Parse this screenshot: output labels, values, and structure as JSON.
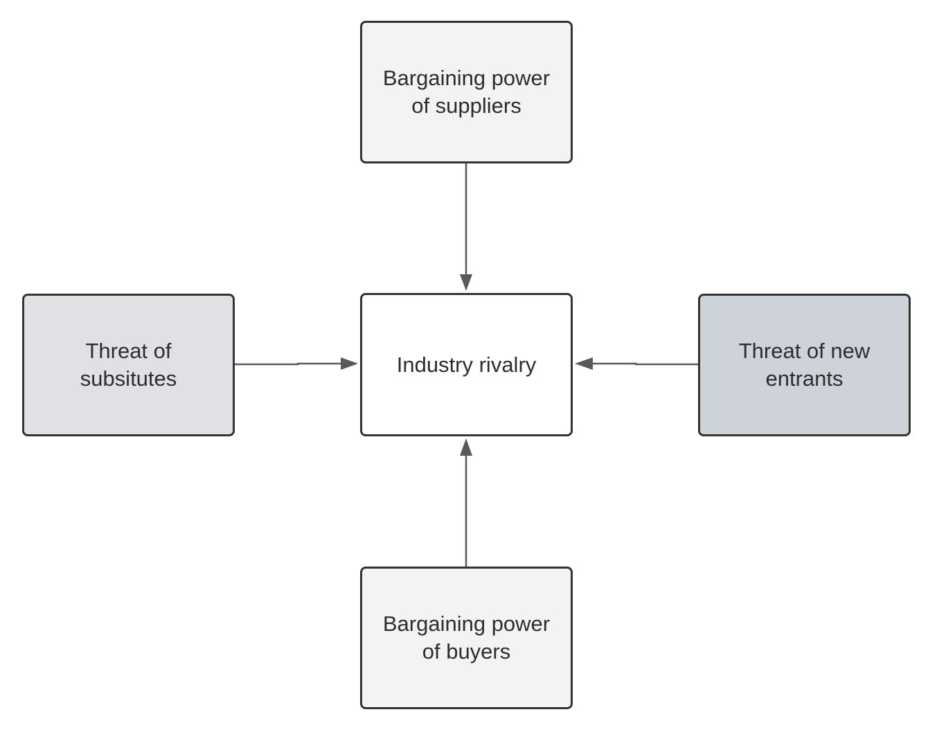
{
  "nodes": {
    "suppliers": {
      "label": "Bargaining power\nof suppliers"
    },
    "rivalry": {
      "label": "Industry rivalry"
    },
    "substitutes": {
      "label": "Threat of\nsubsitutes"
    },
    "entrants": {
      "label": "Threat of new\nentrants"
    },
    "buyers": {
      "label": "Bargaining power\nof buyers"
    }
  },
  "edges": [
    {
      "from": "suppliers",
      "to": "rivalry"
    },
    {
      "from": "substitutes",
      "to": "rivalry"
    },
    {
      "from": "entrants",
      "to": "rivalry"
    },
    {
      "from": "buyers",
      "to": "rivalry"
    }
  ],
  "colors": {
    "border": "#333333",
    "edge": "#595959",
    "text": "#2d2d2d",
    "suppliers_fill": "#f2f3f5",
    "rivalry_fill": "#ffffff",
    "substitutes_fill": "#dfe1e5",
    "entrants_fill": "#ced3da",
    "buyers_fill": "#f2f3f5"
  }
}
